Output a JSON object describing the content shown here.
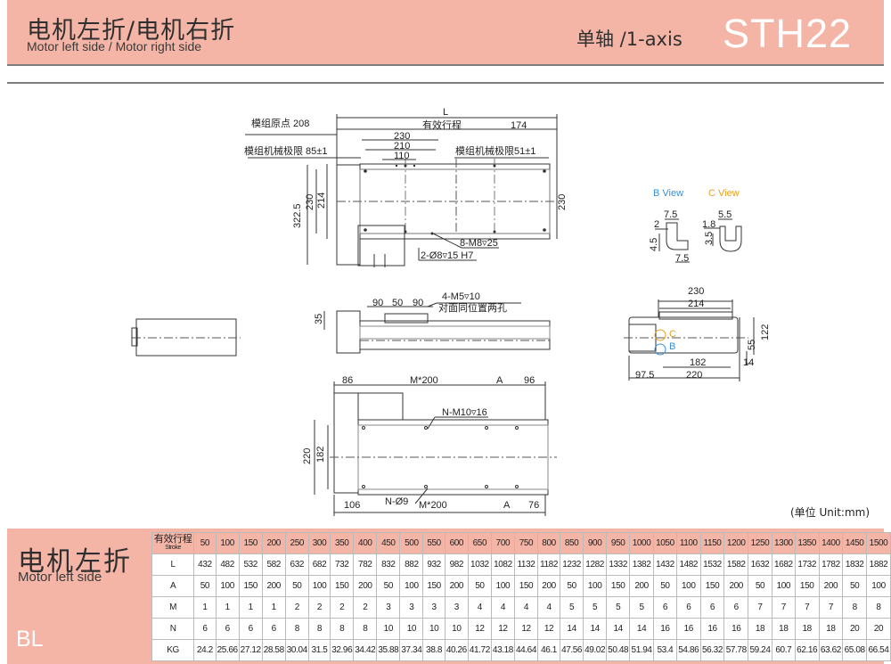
{
  "header": {
    "title_cn": "电机左折/电机右折",
    "title_en": "Motor left side / Motor right side",
    "axis_label": "单轴 /1-axis",
    "model": "STH22"
  },
  "drawing": {
    "dims": {
      "L": "L",
      "origin": "模组原点 208",
      "stroke": "有效行程",
      "d174": "174",
      "d230": "230",
      "d210": "210",
      "d110": "110",
      "mech_limit_left": "模组机械极限 85±1",
      "mech_limit_right": "模组机械极限51±1",
      "d322": "322.5",
      "d230v": "230",
      "d214v": "214",
      "d230r": "230",
      "m8": "8-M8▿25",
      "pin": "2-Ø8▿15 H7",
      "m5": "4-M5▿10",
      "m5_note": "对面同位置两孔",
      "d90a": "90",
      "d50": "50",
      "d90b": "90",
      "d35": "35",
      "d86": "86",
      "m200_top": "M*200",
      "dA_top": "A",
      "d96": "96",
      "m10": "N-M10▿16",
      "d220v": "220",
      "d182v": "182",
      "d106": "106",
      "n9": "N-Ø9",
      "m200_bot": "M*200",
      "dA_bot": "A",
      "d76": "76",
      "end_230": "230",
      "end_214": "214",
      "end_122": "122",
      "end_55": "55",
      "end_14": "14",
      "end_182": "182",
      "end_97": "97.5",
      "end_220": "220",
      "C": "C",
      "B": "B"
    },
    "views": {
      "b_title": "B View",
      "c_title": "C View",
      "b_75a": "7.5",
      "b_2": "2",
      "b_45": "4.5",
      "b_75b": "7.5",
      "c_55": "5.5",
      "c_18": "1.8",
      "c_35": "3.5"
    },
    "colors": {
      "b_view": "#3a8fd6",
      "c_view": "#e8a020"
    },
    "unit_label": "(单位 Unit:mm)"
  },
  "bottom": {
    "title_cn": "电机左折",
    "title_en": "Motor left side",
    "code": "BL"
  },
  "table": {
    "header_cn": "有效行程",
    "header_en": "Stroke",
    "strokes": [
      50,
      100,
      150,
      200,
      250,
      300,
      350,
      400,
      450,
      500,
      550,
      600,
      650,
      700,
      750,
      800,
      850,
      900,
      950,
      1000,
      1050,
      1100,
      1150,
      1200,
      1250,
      1300,
      1350,
      1400,
      1450,
      1500
    ],
    "rows": [
      {
        "label": "L",
        "values": [
          432,
          482,
          532,
          582,
          632,
          682,
          732,
          782,
          832,
          882,
          932,
          982,
          1032,
          1082,
          1132,
          1182,
          1232,
          1282,
          1332,
          1382,
          1432,
          1482,
          1532,
          1582,
          1632,
          1682,
          1732,
          1782,
          1832,
          1882
        ]
      },
      {
        "label": "A",
        "values": [
          50,
          100,
          150,
          200,
          50,
          100,
          150,
          200,
          50,
          100,
          150,
          200,
          50,
          100,
          150,
          200,
          50,
          100,
          150,
          200,
          50,
          100,
          150,
          200,
          50,
          100,
          150,
          200,
          50,
          100
        ]
      },
      {
        "label": "M",
        "values": [
          1,
          1,
          1,
          1,
          2,
          2,
          2,
          2,
          3,
          3,
          3,
          3,
          4,
          4,
          4,
          4,
          5,
          5,
          5,
          5,
          6,
          6,
          6,
          6,
          7,
          7,
          7,
          7,
          8,
          8
        ]
      },
      {
        "label": "N",
        "values": [
          6,
          6,
          6,
          6,
          8,
          8,
          8,
          8,
          10,
          10,
          10,
          10,
          12,
          12,
          12,
          12,
          14,
          14,
          14,
          14,
          16,
          16,
          16,
          16,
          18,
          18,
          18,
          18,
          20,
          20
        ]
      },
      {
        "label": "KG",
        "values": [
          24.2,
          25.66,
          27.12,
          28.58,
          30.04,
          31.5,
          32.96,
          34.42,
          35.88,
          37.34,
          38.8,
          40.26,
          41.72,
          43.18,
          44.64,
          46.1,
          47.56,
          49.02,
          50.48,
          51.94,
          53.4,
          54.86,
          56.32,
          57.78,
          59.24,
          60.7,
          62.16,
          63.62,
          65.08,
          66.54
        ]
      }
    ]
  }
}
